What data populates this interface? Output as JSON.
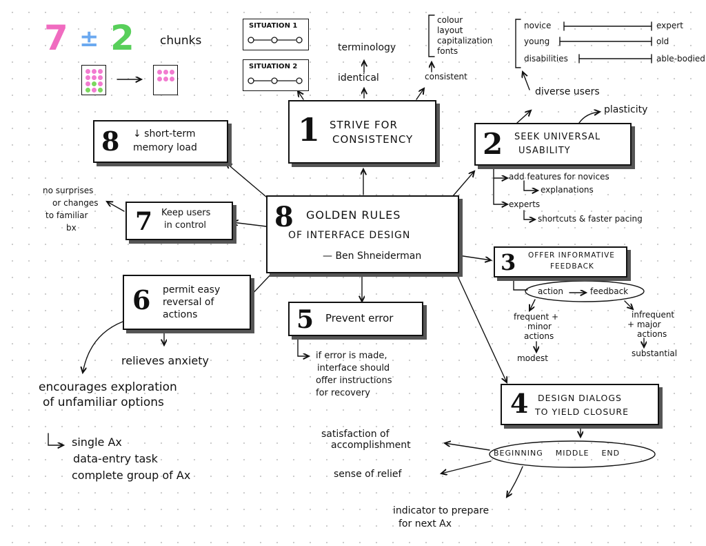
{
  "chunks": {
    "seven": "7",
    "pm": "±",
    "two": "2",
    "label": "chunks"
  },
  "situations": {
    "s1": "SITUATION 1",
    "s2": "SITUATION 2"
  },
  "center": {
    "num": "8",
    "line1": "GOLDEN RULES",
    "line2": "of INTERFACE DESIGN",
    "author": "— Ben Shneiderman"
  },
  "rule1": {
    "num": "1",
    "line1": "STRIVE FOR",
    "line2": "CONSISTENCY",
    "terminology": "terminology",
    "identical": "identical",
    "consistent": "consistent",
    "items": [
      "colour",
      "layout",
      "capitalization",
      "fonts"
    ]
  },
  "rule2": {
    "num": "2",
    "line1": "SEEK UNIVERSAL",
    "line2": "USABILITY",
    "plasticity": "plasticity",
    "diverse": "diverse users",
    "left": [
      "novice",
      "young",
      "disabilities"
    ],
    "right": [
      "expert",
      "old",
      "able-bodied"
    ],
    "features": "add features for novices",
    "explanations": "explanations",
    "experts": "experts",
    "shortcuts": "shortcuts & faster pacing"
  },
  "rule3": {
    "num": "3",
    "line1": "OFFER INFORMATIVE",
    "line2": "FEEDBACK",
    "action": "action",
    "feedback": "feedback",
    "frequent": [
      "frequent +",
      "minor",
      "actions"
    ],
    "modest": "modest",
    "infrequent": [
      "infrequent",
      "+ major",
      "actions"
    ],
    "substantial": "substantial"
  },
  "rule4": {
    "num": "4",
    "line1": "DESIGN DIALOGS",
    "line2": "TO YIELD CLOSURE",
    "stages": "BEGINNING    MIDDLE    END",
    "satisfaction": [
      "satisfaction of",
      "accomplishment"
    ],
    "relief": "sense of relief",
    "indicator": [
      "indicator to prepare",
      "for next Ax"
    ]
  },
  "rule5": {
    "num": "5",
    "title": "Prevent error",
    "text": [
      "if error is made,",
      "interface should",
      "offer instructions",
      "for recovery"
    ]
  },
  "rule6": {
    "num": "6",
    "line1": "permit easy",
    "line2": "reversal of",
    "line3": "actions",
    "anxiety": "relieves anxiety",
    "encourage": [
      "encourages exploration",
      "of unfamiliar options"
    ],
    "list": [
      "single Ax",
      "data-entry task",
      "complete group of Ax"
    ]
  },
  "rule7": {
    "num": "7",
    "line1": "Keep users",
    "line2": "in control",
    "note": [
      "no surprises",
      "or changes",
      "to familiar",
      "bx"
    ]
  },
  "rule8": {
    "num": "8",
    "line1": "↓ short-term",
    "line2": "memory load"
  }
}
